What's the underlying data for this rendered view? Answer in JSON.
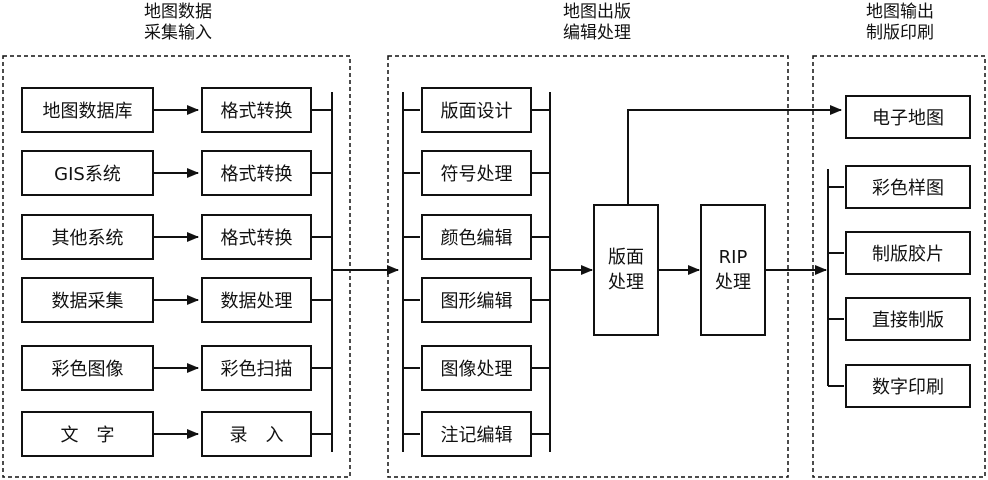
{
  "sections": {
    "collect": {
      "heading": [
        "地图数据",
        "采集输入"
      ]
    },
    "edit": {
      "heading": [
        "地图出版",
        "编辑处理"
      ]
    },
    "output": {
      "heading": [
        "地图输出",
        "制版印刷"
      ]
    }
  },
  "sources": [
    "地图数据库",
    "GIS系统",
    "其他系统",
    "数据采集",
    "彩色图像",
    "文　字"
  ],
  "conversions": [
    "格式转换",
    "格式转换",
    "格式转换",
    "数据处理",
    "彩色扫描",
    "录　入"
  ],
  "editing": [
    "版面设计",
    "符号处理",
    "颜色编辑",
    "图形编辑",
    "图像处理",
    "注记编辑"
  ],
  "layout_processing": [
    "版面",
    "处理"
  ],
  "rip_processing": [
    "RIP",
    "处理"
  ],
  "outputs": {
    "electronic_map": "电子地图",
    "print_outputs": [
      "彩色样图",
      "制版胶片",
      "直接制版",
      "数字印刷"
    ]
  }
}
